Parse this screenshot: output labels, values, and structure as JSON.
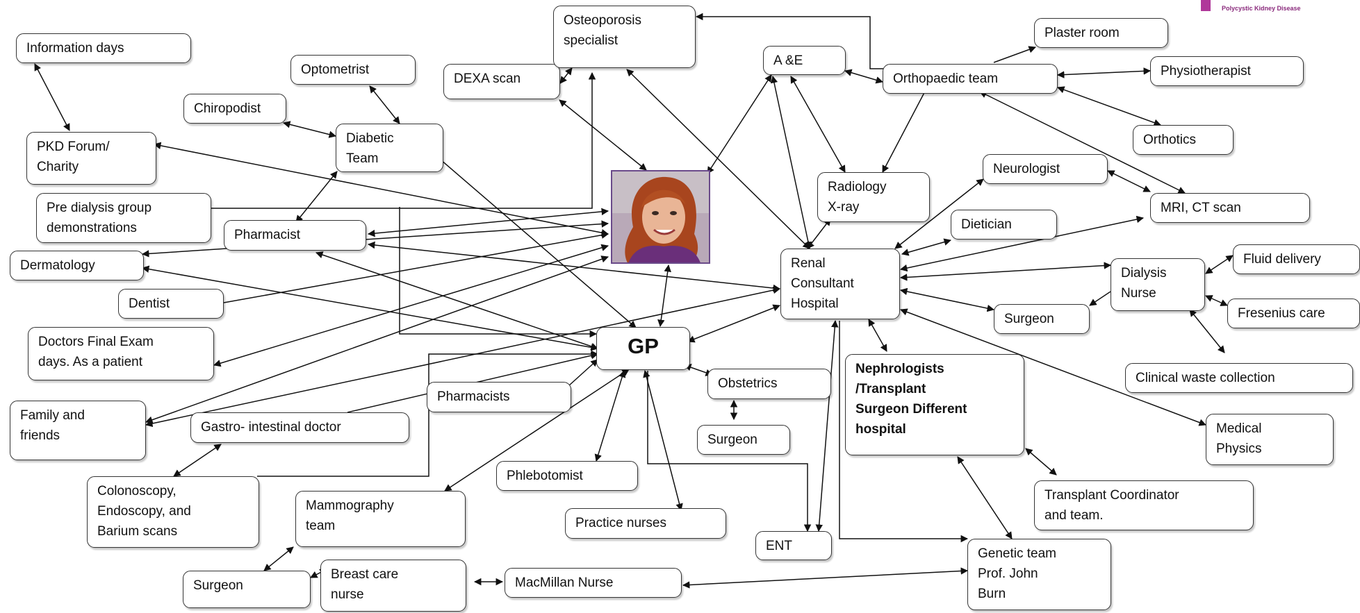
{
  "logo": {
    "text": "Polycystic Kidney Disease",
    "color": "#b0389a"
  },
  "center": {
    "label": "GP",
    "photo": "portrait of patient"
  },
  "nodes": {
    "information_days": "Information days",
    "optometrist": "Optometrist",
    "chiropodist": "Chiropodist",
    "diabetic_team": "Diabetic\nTeam",
    "pkd_forum": "PKD Forum/\nCharity",
    "pre_dialysis": "Pre dialysis group\ndemonstrations",
    "pharmacist": "Pharmacist",
    "dermatology": "Dermatology",
    "dentist": "Dentist",
    "doctors_exam": "Doctors Final Exam\ndays. As a patient",
    "family": "Family and\nfriends",
    "gastro": "Gastro- intestinal doctor",
    "pharmacists": "Pharmacists",
    "colonoscopy": "Colonoscopy,\nEndoscopy, and\nBarium scans",
    "mammography": "Mammography\nteam",
    "surgeon_breast": "Surgeon",
    "breast_care": "Breast care\nnurse",
    "macmillan": "MacMillan Nurse",
    "phlebotomist": "Phlebotomist",
    "practice_nurses": "Practice nurses",
    "obstetrics": "Obstetrics",
    "surgeon_obstetrics": "Surgeon",
    "ent": "ENT",
    "dexa": "DEXA scan",
    "osteoporosis": "Osteoporosis\nspecialist",
    "ae": "A &E",
    "orthopaedic": "Orthopaedic team",
    "plaster": "Plaster  room",
    "physiotherapist": "Physiotherapist",
    "orthotics": "Orthotics",
    "radiology": "Radiology\nX-ray",
    "neurologist": "Neurologist",
    "mri": "MRI, CT scan",
    "dietician": "Dietician",
    "renal": "Renal\nConsultant\nHospital",
    "dialysis_nurse": "Dialysis\nNurse",
    "fluid_delivery": "Fluid delivery",
    "fresenius": "Fresenius care",
    "surgeon_renal": "Surgeon",
    "clinical_waste": "Clinical waste collection",
    "nephrologists": "Nephrologists\n/Transplant\nSurgeon Different\nhospital",
    "medical_physics": "Medical\nPhysics",
    "transplant_coord": "Transplant   Coordinator\nand team.",
    "genetic_team": "Genetic team\nProf. John\nBurn"
  }
}
